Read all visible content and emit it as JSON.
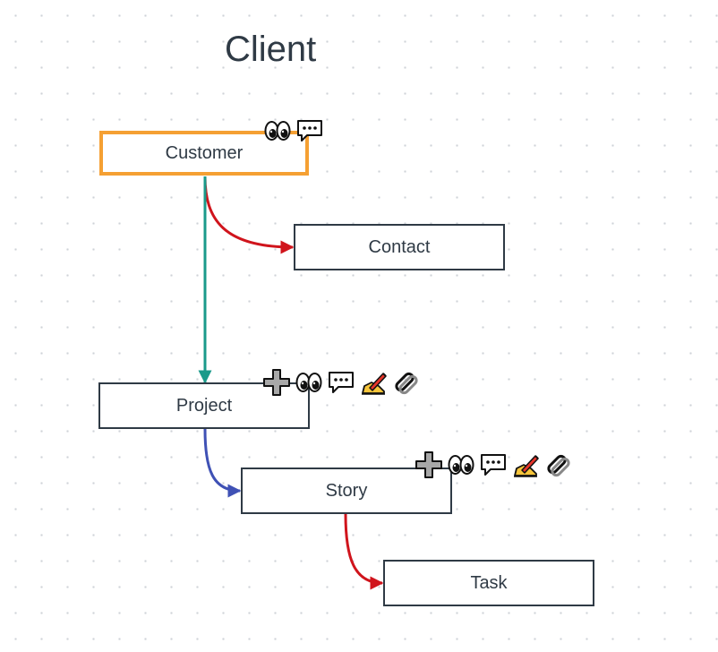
{
  "title": "Client",
  "colors": {
    "selected_border": "#f5a033",
    "node_border": "#2f3a45",
    "edge_customer_contact": "#d0141c",
    "edge_customer_project": "#1a9a8a",
    "edge_project_story": "#3f51b5",
    "edge_story_task": "#d0141c"
  },
  "nodes": {
    "customer": {
      "label": "Customer",
      "selected": true,
      "badges": [
        "eyes-icon",
        "speech-bubble-icon"
      ]
    },
    "contact": {
      "label": "Contact",
      "selected": false,
      "badges": []
    },
    "project": {
      "label": "Project",
      "selected": false,
      "badges": [
        "plus-icon",
        "eyes-icon",
        "speech-bubble-icon",
        "writing-hand-icon",
        "paperclips-icon"
      ]
    },
    "story": {
      "label": "Story",
      "selected": false,
      "badges": [
        "plus-icon",
        "eyes-icon",
        "speech-bubble-icon",
        "writing-hand-icon",
        "paperclips-icon"
      ]
    },
    "task": {
      "label": "Task",
      "selected": false,
      "badges": []
    }
  },
  "edges": [
    {
      "from": "customer",
      "to": "contact",
      "color": "#d0141c"
    },
    {
      "from": "customer",
      "to": "project",
      "color": "#1a9a8a"
    },
    {
      "from": "project",
      "to": "story",
      "color": "#3f51b5"
    },
    {
      "from": "story",
      "to": "task",
      "color": "#d0141c"
    }
  ]
}
